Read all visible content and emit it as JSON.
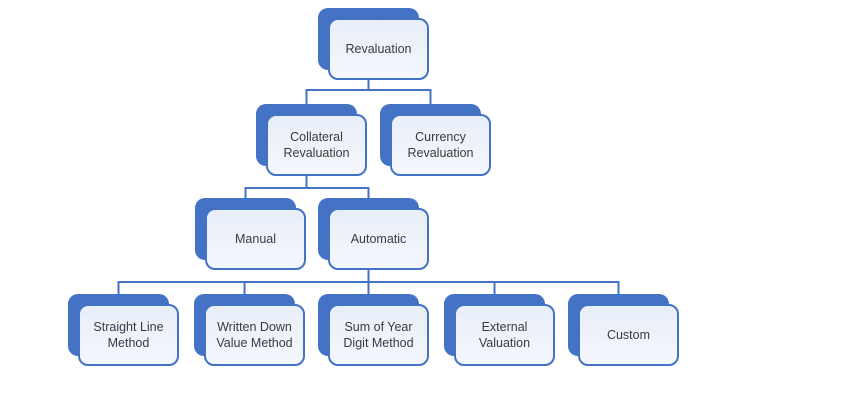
{
  "diagram": {
    "type": "hierarchy",
    "colors": {
      "accent": "#4472C4",
      "node_fill_top": "#e8eef8",
      "node_fill_bottom": "#f4f7fd",
      "node_border": "#4472C4",
      "connector": "#4472C4",
      "text": "#3b3b3b",
      "background": "#ffffff"
    },
    "nodes": [
      {
        "id": "revaluation",
        "label": "Revaluation",
        "level": 1,
        "parent": null
      },
      {
        "id": "collateral-revaluation",
        "label": "Collateral Revaluation",
        "level": 2,
        "parent": "revaluation"
      },
      {
        "id": "currency-revaluation",
        "label": "Currency Revaluation",
        "level": 2,
        "parent": "revaluation"
      },
      {
        "id": "manual",
        "label": "Manual",
        "level": 3,
        "parent": "collateral-revaluation"
      },
      {
        "id": "automatic",
        "label": "Automatic",
        "level": 3,
        "parent": "collateral-revaluation"
      },
      {
        "id": "straight-line-method",
        "label": "Straight Line Method",
        "level": 4,
        "parent": "automatic"
      },
      {
        "id": "written-down-value-method",
        "label": "Written Down Value Method",
        "level": 4,
        "parent": "automatic"
      },
      {
        "id": "sum-of-year-digit-method",
        "label": "Sum of Year Digit Method",
        "level": 4,
        "parent": "automatic"
      },
      {
        "id": "external-valuation",
        "label": "External Valuation",
        "level": 4,
        "parent": "automatic"
      },
      {
        "id": "custom",
        "label": "Custom",
        "level": 4,
        "parent": "automatic"
      }
    ]
  }
}
